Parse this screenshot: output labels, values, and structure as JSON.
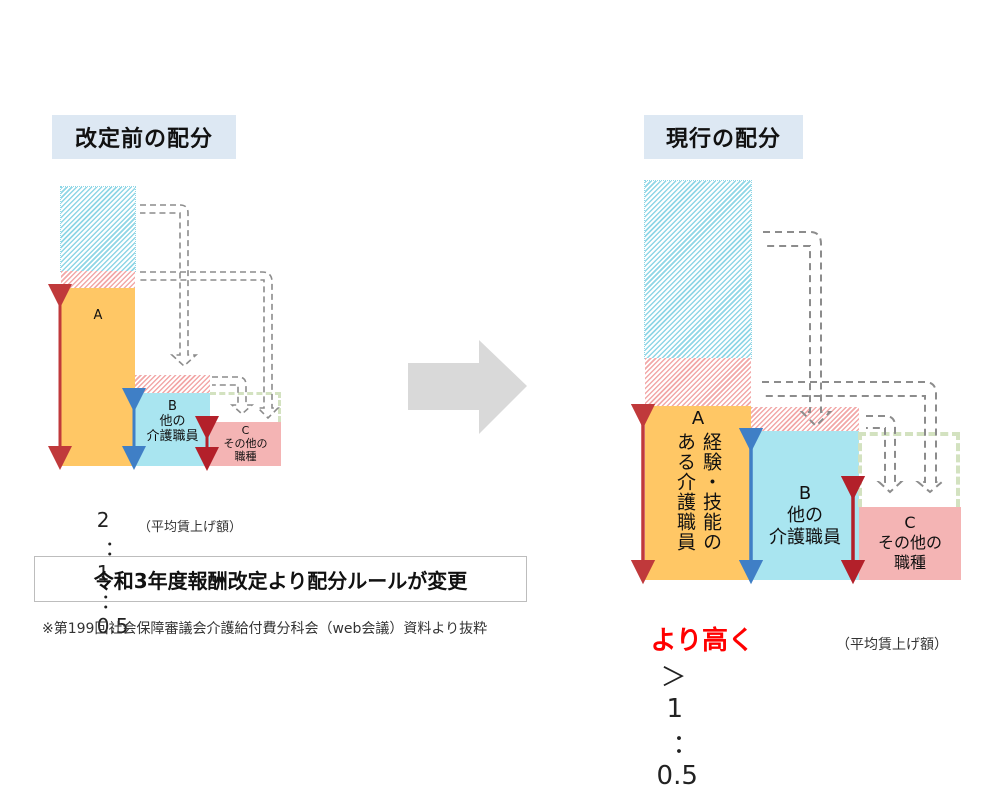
{
  "before": {
    "title": "改定前の配分",
    "bars": {
      "a_label": "A",
      "b_label_lines": [
        "B",
        "他の",
        "介護職員"
      ],
      "c_label_lines": [
        "C",
        "その他の",
        "職種"
      ]
    },
    "ratio": {
      "a": "2",
      "sep1": "：",
      "b": "1",
      "sep2": "：",
      "c": "0.5"
    },
    "ratio_note": "（平均賃上げ額）"
  },
  "change_banner": "令和3年度報酬改定より配分ルールが変更",
  "source_note": "※第199回社会保障審議会介護給付費分科会（web会議）資料より抜粋",
  "after": {
    "title": "現行の配分",
    "bars": {
      "a_label": "A",
      "a_vertical_cols": [
        "経験・技能の",
        "ある介護職員"
      ],
      "b_label_lines": [
        "B",
        "他の",
        "介護職員"
      ],
      "c_label_lines": [
        "C",
        "その他の",
        "職種"
      ]
    },
    "ratio": {
      "a": "より高く",
      "gt": "＞",
      "b": "1",
      "sep": "：",
      "c": "0.5"
    },
    "ratio_note": "（平均賃上げ額）"
  },
  "colors": {
    "a_fill": "#ffc765",
    "b_fill": "#a9e5f0",
    "c_fill": "#f4b4b4",
    "arrow_red": "#c0393b",
    "arrow_blue": "#3f7fc6",
    "highlight_red": "#ff0000",
    "flow_arrow_gray": "#d9d9d9",
    "title_bg": "#dde8f3"
  }
}
